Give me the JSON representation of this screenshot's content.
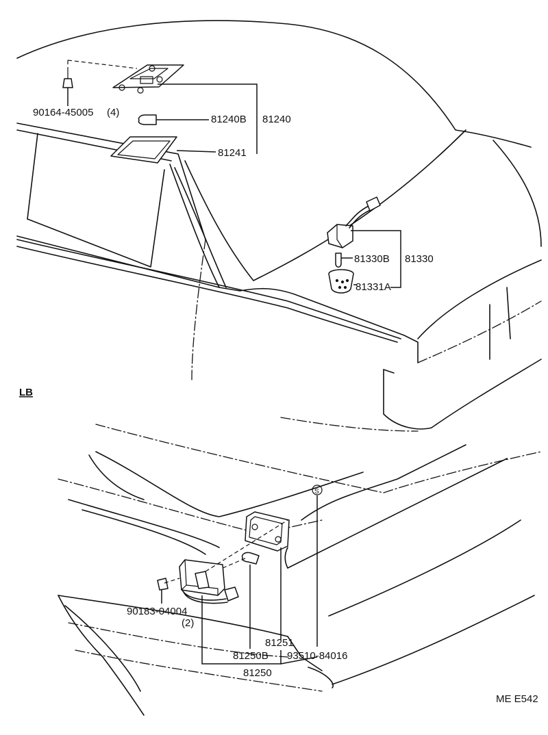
{
  "diagram_id": "ME E542",
  "view_label": "LB",
  "parts": {
    "screw_top": "90164-45005",
    "screw_top_qty": "(4)",
    "bulb_top": "81240B",
    "lamp_assy_top": "81240",
    "lens_top": "81241",
    "bulb_right": "81330B",
    "lamp_assy_right": "81330",
    "cover_right": "81331A",
    "clip_bottom": "90183-04004",
    "clip_bottom_qty": "(2)",
    "lens_bottom": "81251",
    "bulb_bottom": "81250B",
    "bulb_std_bottom": "93510-84016",
    "lamp_assy_bottom": "81250",
    "standard_part_symbol": "S"
  }
}
